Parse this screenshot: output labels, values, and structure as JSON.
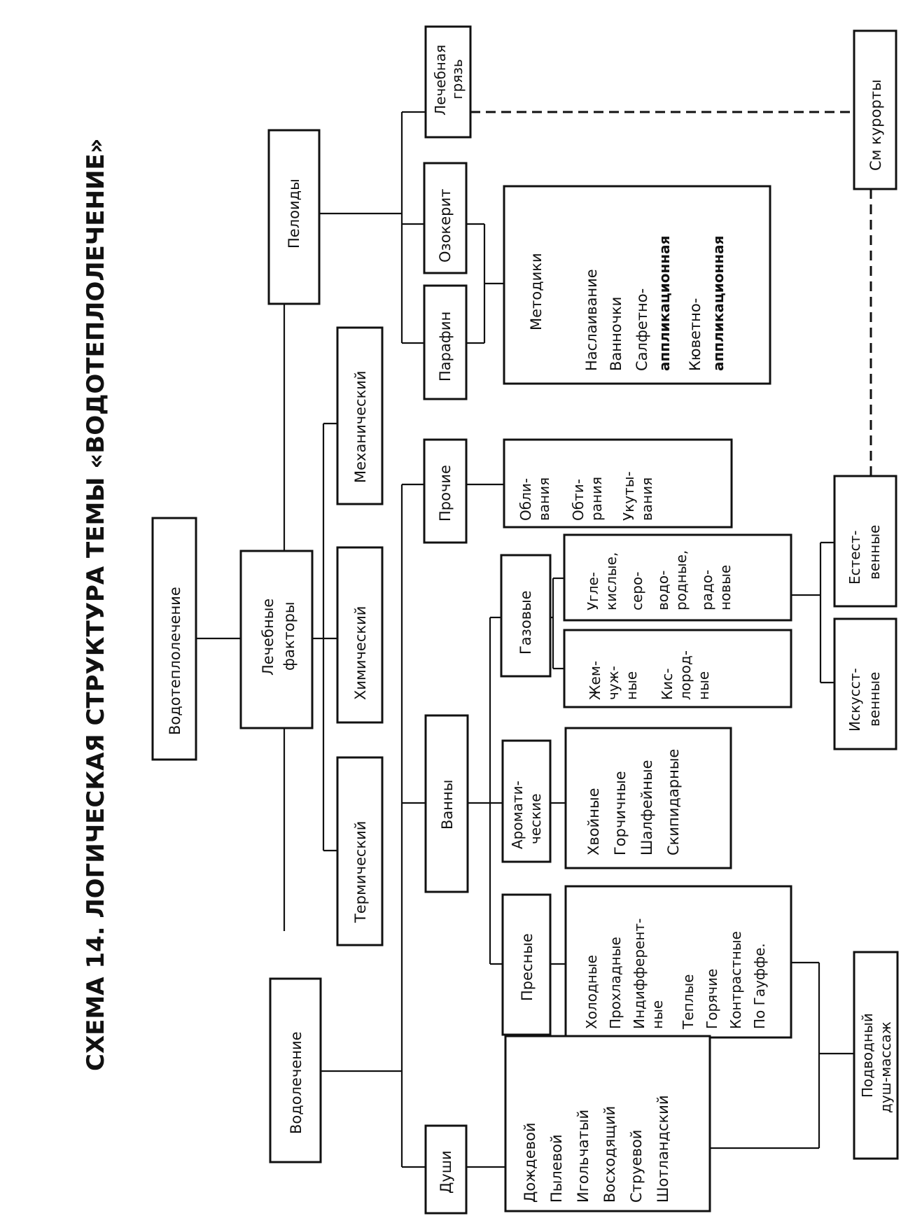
{
  "title": "СХЕМА 14. ЛОГИЧЕСКАЯ СТРУКТУРА ТЕМЫ «ВОДОТЕПЛОЛЕЧЕНИЕ»",
  "root": {
    "label": "Водотеплолечение"
  },
  "factors": {
    "label": [
      "Лечебные",
      "факторы"
    ],
    "items": [
      "Механический",
      "Химический",
      "Термический"
    ]
  },
  "peloids": {
    "label": "Пелоиды",
    "mud": [
      "Лечебная",
      "грязь"
    ],
    "ozokerite": "Озокерит",
    "paraffin": "Парафин",
    "methods": {
      "heading": "Методики",
      "lines": [
        "Наслаивание",
        "Ванночки",
        "Салфетно-",
        "аппликационная",
        "Кюветно-",
        "аппликационная"
      ]
    }
  },
  "resorts": "См курорты",
  "hydro": {
    "label": "Водолечение"
  },
  "showers": {
    "label": "Души",
    "items": [
      "Дождевой",
      "Пылевой",
      "Игольчатый",
      "Восходящий",
      "Струевой",
      "Шотландский"
    ]
  },
  "underwater": [
    "Подводный",
    "душ-массаж"
  ],
  "baths": {
    "label": "Ванны",
    "fresh": {
      "label": "Пресные",
      "items": [
        "Холодные",
        "Прохладные",
        "Индифферент-",
        "ные",
        "Теплые",
        "Горячие",
        "Контрастные",
        "По Гауффе."
      ]
    },
    "aromatic": {
      "label": [
        "Аромати-",
        "ческие"
      ],
      "items": [
        "Хвойные",
        "Горчичные",
        "Шалфейные",
        "Скипидарные"
      ]
    },
    "gas": {
      "label": "Газовые",
      "group1": [
        "Жем-",
        "чуж-",
        "ные",
        "Кис-",
        "лород-",
        "ные"
      ],
      "group2": [
        "Угле-",
        "кислые,",
        "серо-",
        "водо-",
        "родные,",
        "радо-",
        "новые"
      ]
    },
    "natural": [
      "Естест-",
      "венные"
    ],
    "artificial": [
      "Искусст-",
      "венные"
    ]
  },
  "other": {
    "label": "Прочие",
    "items": [
      "Обли-",
      "вания",
      "Обти-",
      "рания",
      "Укуты-",
      "вания"
    ]
  }
}
